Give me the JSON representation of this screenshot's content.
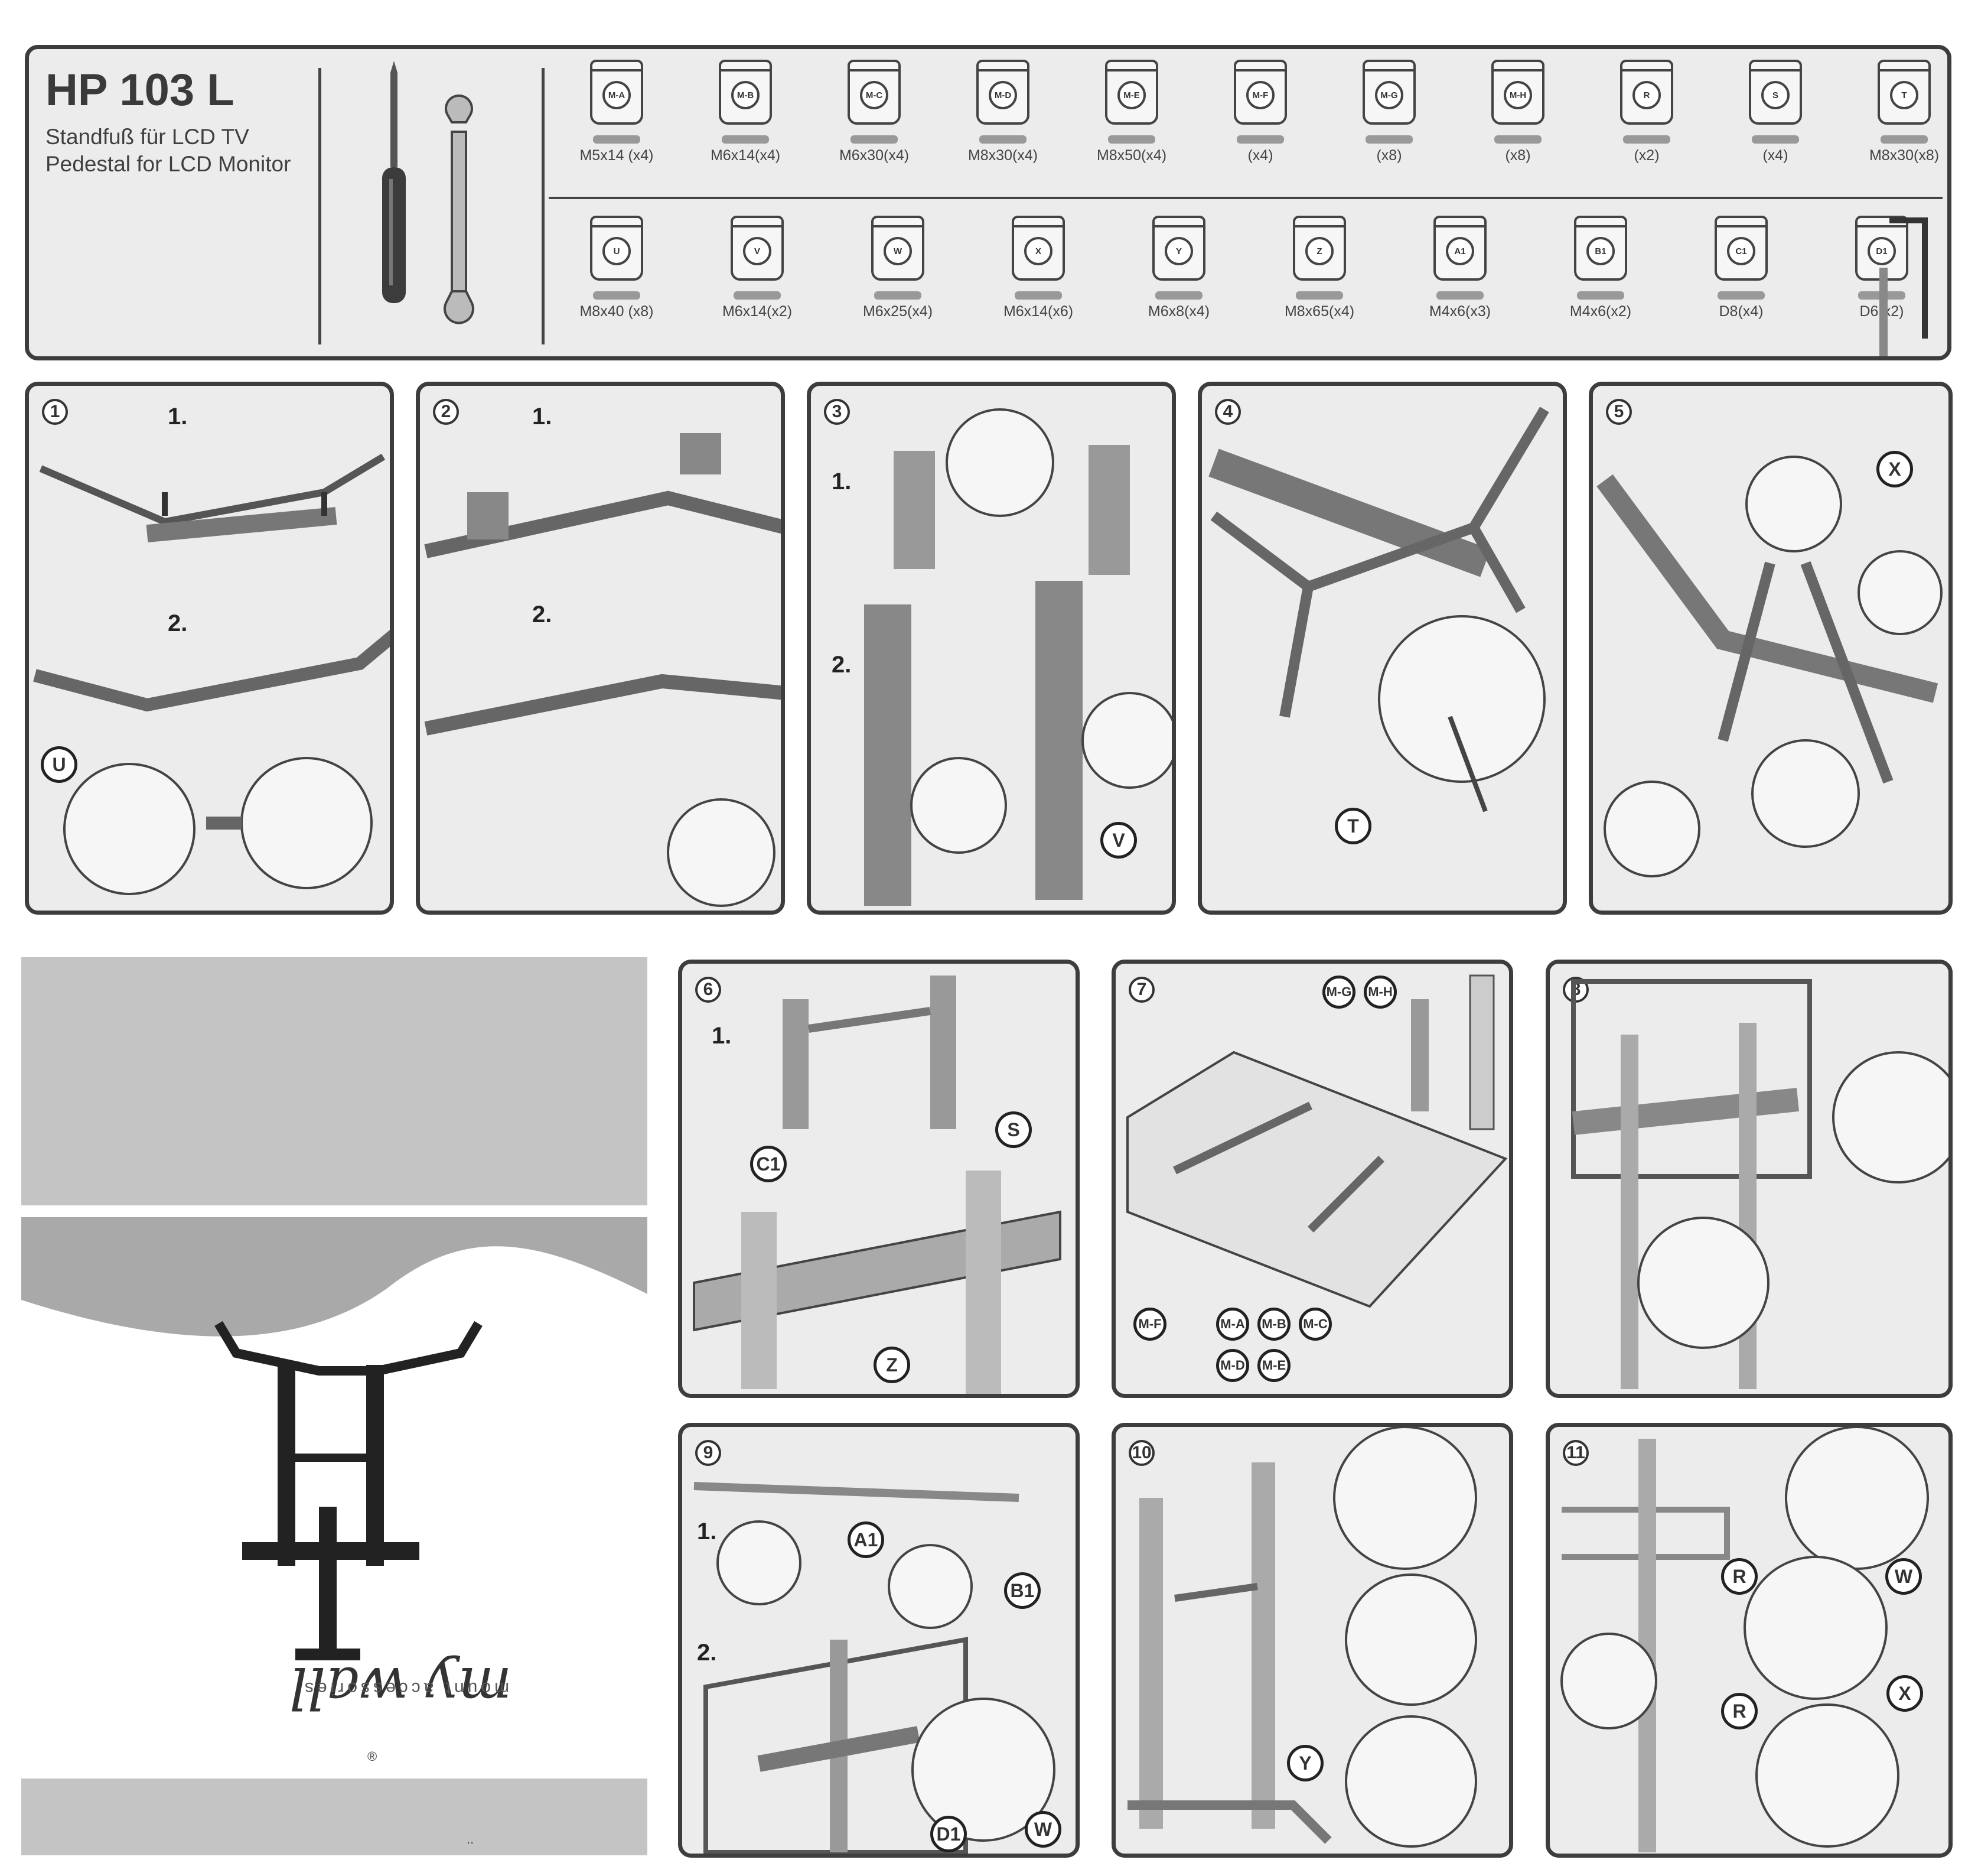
{
  "product": {
    "model": "HP 103 L",
    "subtitle_de": "Standfuß für LCD TV",
    "subtitle_en": "Pedestal for LCD Monitor"
  },
  "parts_top": [
    {
      "code": "M-A",
      "label": "M5x14 (x4)"
    },
    {
      "code": "M-B",
      "label": "M6x14(x4)"
    },
    {
      "code": "M-C",
      "label": "M6x30(x4)"
    },
    {
      "code": "M-D",
      "label": "M8x30(x4)"
    },
    {
      "code": "M-E",
      "label": "M8x50(x4)"
    },
    {
      "code": "M-F",
      "label": "(x4)"
    },
    {
      "code": "M-G",
      "label": "(x8)"
    },
    {
      "code": "M-H",
      "label": "(x8)"
    },
    {
      "code": "R",
      "label": "(x2)"
    },
    {
      "code": "S",
      "label": "(x4)"
    },
    {
      "code": "T",
      "label": "M8x30(x8)"
    }
  ],
  "parts_bottom": [
    {
      "code": "U",
      "label": "M8x40 (x8)"
    },
    {
      "code": "V",
      "label": "M6x14(x2)"
    },
    {
      "code": "W",
      "label": "M6x25(x4)"
    },
    {
      "code": "X",
      "label": "M6x14(x6)"
    },
    {
      "code": "Y",
      "label": "M6x8(x4)"
    },
    {
      "code": "Z",
      "label": "M8x65(x4)"
    },
    {
      "code": "A1",
      "label": "M4x6(x3)"
    },
    {
      "code": "B1",
      "label": "M4x6(x2)"
    },
    {
      "code": "C1",
      "label": "D8(x4)"
    },
    {
      "code": "D1",
      "label": "D6(x2)"
    }
  ],
  "steps": [
    {
      "num": "1",
      "subs": [
        "1.",
        "2."
      ],
      "callouts": [
        "U"
      ]
    },
    {
      "num": "2",
      "subs": [
        "1.",
        "2."
      ],
      "callouts": []
    },
    {
      "num": "3",
      "subs": [
        "1.",
        "2."
      ],
      "callouts": [
        "V"
      ]
    },
    {
      "num": "4",
      "subs": [],
      "callouts": [
        "T"
      ]
    },
    {
      "num": "5",
      "subs": [],
      "callouts": [
        "X"
      ]
    },
    {
      "num": "6",
      "subs": [
        "1."
      ],
      "callouts": [
        "S",
        "C1",
        "Z"
      ]
    },
    {
      "num": "7",
      "subs": [],
      "callouts": [
        "M-G",
        "M-H",
        "M-F",
        "M-A",
        "M-B",
        "M-C",
        "M-D",
        "M-E"
      ]
    },
    {
      "num": "8",
      "subs": [],
      "callouts": []
    },
    {
      "num": "9",
      "subs": [
        "1.",
        "2."
      ],
      "callouts": [
        "A1",
        "B1",
        "D1",
        "W"
      ]
    },
    {
      "num": "10",
      "subs": [],
      "callouts": [
        "Y"
      ]
    },
    {
      "num": "11",
      "subs": [],
      "callouts": [
        "R",
        "W",
        "R",
        "X"
      ]
    }
  ],
  "cover": {
    "brand": "my wall",
    "tagline": "mount accessories",
    "registered": "®",
    "footer_marks": ".."
  },
  "colors": {
    "frame": "#3d3d3d",
    "panel_bg": "#ececec",
    "cover_gray": "#c4c4c4"
  }
}
